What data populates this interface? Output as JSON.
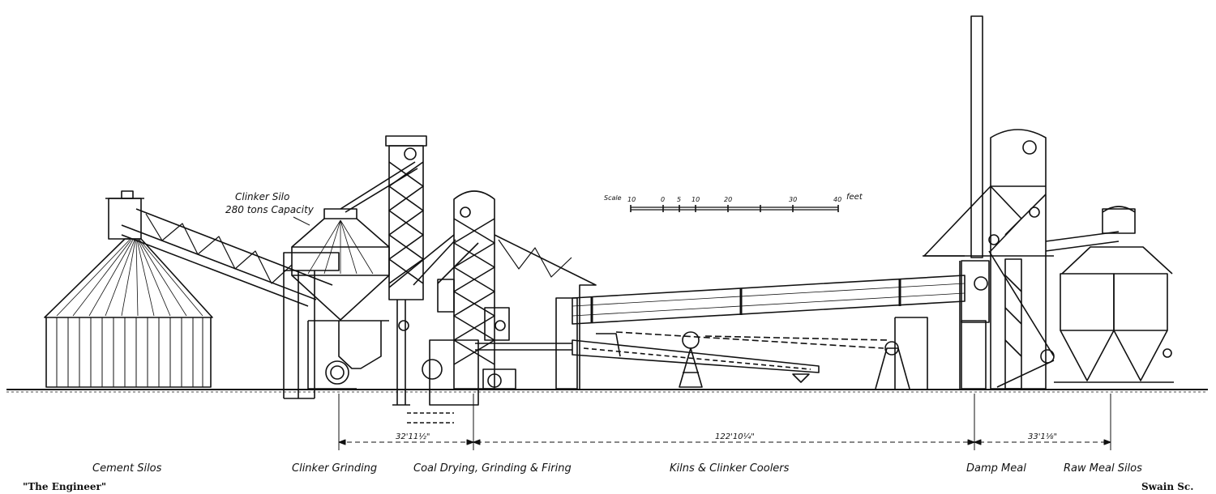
{
  "annotation": {
    "clinker_silo_line1": "Clinker Silo",
    "clinker_silo_line2": "280 tons Capacity"
  },
  "scale_bar": {
    "label": "Scale",
    "ticks": [
      "10",
      "0",
      "5",
      "10",
      "20",
      "30",
      "40"
    ],
    "unit": "feet"
  },
  "dimensions": {
    "coal_section": "32'11½\"",
    "kiln_section": "122'10¼\"",
    "raw_meal_section": "33'1⅛\""
  },
  "section_labels": {
    "cement_silos": "Cement Silos",
    "clinker_grinding": "Clinker Grinding",
    "coal_drying": "Coal Drying, Grinding & Firing",
    "kilns": "Kilns  &  Clinker Coolers",
    "damp_meal": "Damp Meal",
    "raw_meal_silos": "Raw Meal Silos"
  },
  "credits": {
    "publication": "\"The Engineer\"",
    "engraver": "Swain Sc."
  }
}
